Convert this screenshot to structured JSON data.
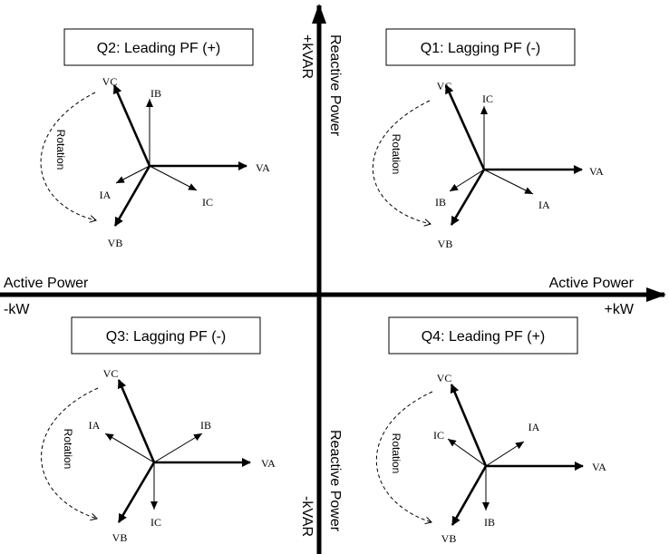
{
  "axes": {
    "left_label": "Active Power",
    "left_unit": "-kW",
    "right_label": "Active Power",
    "right_unit": "+kW",
    "top_unit": "+kVAR",
    "top_label": "Reactive Power",
    "bottom_unit": "-kVAR",
    "bottom_label": "Reactive Power"
  },
  "quadrants": {
    "q1": {
      "title": "Q1:  Lagging PF (-)",
      "rotation": "Rotation",
      "labels": {
        "VA": "VA",
        "VB": "VB",
        "VC": "VC",
        "IA": "IA",
        "IB": "IB",
        "IC": "IC"
      }
    },
    "q2": {
      "title": "Q2:  Leading PF (+)",
      "rotation": "Rotation",
      "labels": {
        "VA": "VA",
        "VB": "VB",
        "VC": "VC",
        "IA": "IA",
        "IB": "IB",
        "IC": "IC"
      }
    },
    "q3": {
      "title": "Q3:  Lagging PF (-)",
      "rotation": "Rotation",
      "labels": {
        "VA": "VA",
        "VB": "VB",
        "VC": "VC",
        "IA": "IA",
        "IB": "IB",
        "IC": "IC"
      }
    },
    "q4": {
      "title": "Q4:  Leading PF (+)",
      "rotation": "Rotation",
      "labels": {
        "VA": "VA",
        "VB": "VB",
        "VC": "VC",
        "IA": "IA",
        "IB": "IB",
        "IC": "IC"
      }
    }
  },
  "colors": {
    "line": "#000000",
    "background": "#ffffff"
  }
}
